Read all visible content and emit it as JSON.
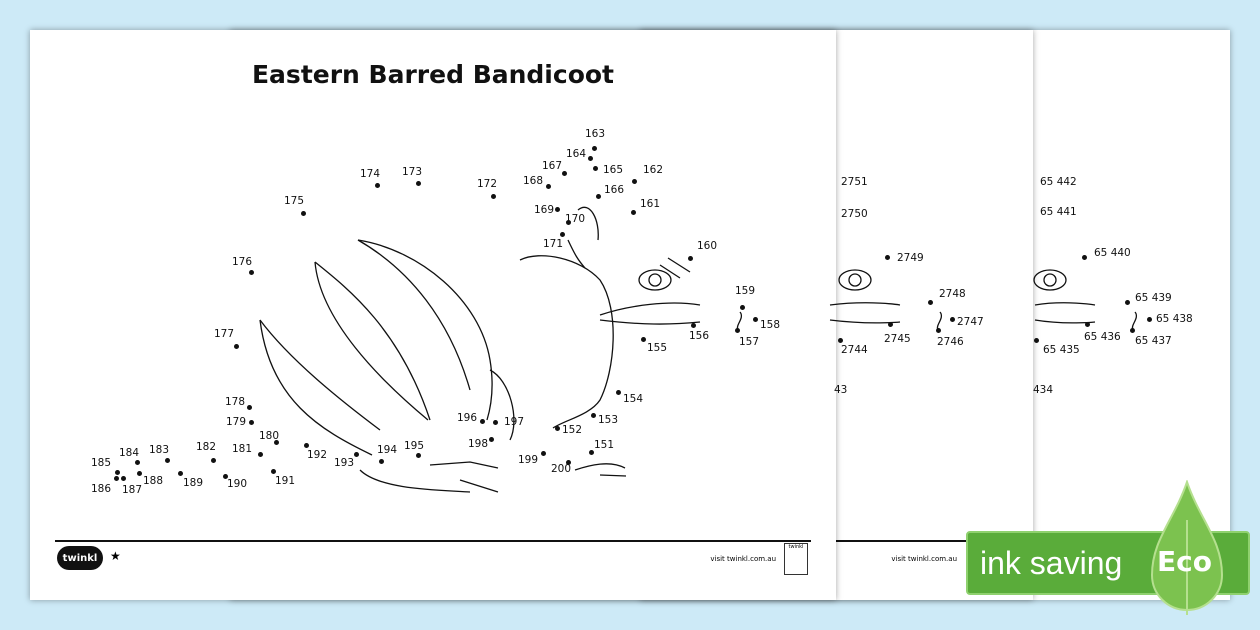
{
  "sheet1": {
    "title": "Eastern Barred Bandicoot",
    "dots": [
      "151",
      "152",
      "153",
      "154",
      "155",
      "156",
      "157",
      "158",
      "159",
      "160",
      "161",
      "162",
      "163",
      "164",
      "165",
      "166",
      "167",
      "168",
      "169",
      "170",
      "171",
      "172",
      "173",
      "174",
      "175",
      "176",
      "177",
      "178",
      "179",
      "180",
      "181",
      "182",
      "183",
      "184",
      "185",
      "186",
      "187",
      "188",
      "189",
      "190",
      "191",
      "192",
      "193",
      "194",
      "195",
      "196",
      "197",
      "198",
      "199",
      "200"
    ],
    "logo": "twinkl",
    "footer": "visit twinkl.com.au",
    "badge": "twinkl"
  },
  "sheet2": {
    "dots": [
      "2751",
      "2750",
      "2749",
      "2748",
      "2747",
      "2746",
      "2745",
      "2744",
      "43"
    ],
    "footer": "visit twinkl.com.au"
  },
  "sheet3": {
    "dots": [
      "65 442",
      "65 441",
      "65 440",
      "65 439",
      "65 438",
      "65 437",
      "65 436",
      "65 435",
      "434"
    ]
  },
  "eco_badge": {
    "text": "ink saving",
    "eco": "Eco",
    "color": "#5aac3a"
  }
}
